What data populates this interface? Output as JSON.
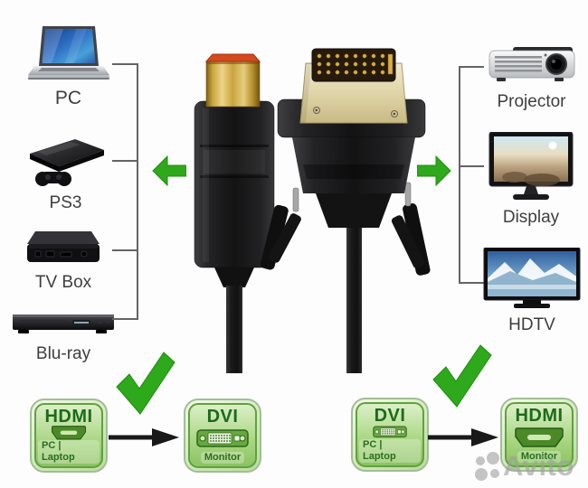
{
  "left_devices": [
    {
      "label": "PC",
      "icon": "laptop-icon"
    },
    {
      "label": "PS3",
      "icon": "game-console-icon"
    },
    {
      "label": "TV Box",
      "icon": "tv-box-icon"
    },
    {
      "label": "Blu-ray",
      "icon": "blu-ray-player-icon"
    }
  ],
  "right_devices": [
    {
      "label": "Projector",
      "icon": "projector-icon"
    },
    {
      "label": "Display",
      "icon": "monitor-icon"
    },
    {
      "label": "HDTV",
      "icon": "hdtv-icon"
    }
  ],
  "cable": {
    "left_connector": "hdmi-male-connector",
    "right_connector": "dvi-male-connector"
  },
  "compatibility": [
    {
      "from": {
        "title": "HDMI",
        "subtitle": "PC | Laptop",
        "port": "hdmi"
      },
      "to": {
        "title": "DVI",
        "subtitle": "Monitor",
        "port": "dvi"
      },
      "status": "compatible",
      "status_icon": "green-checkmark"
    },
    {
      "from": {
        "title": "DVI",
        "subtitle": "PC | Laptop",
        "port": "dvi"
      },
      "to": {
        "title": "HDMI",
        "subtitle": "Monitor",
        "port": "hdmi"
      },
      "status": "compatible",
      "status_icon": "green-checkmark"
    }
  ],
  "watermark": {
    "text": "Avito",
    "logo": "avito-circles-logo"
  },
  "colors": {
    "accent_green": "#2fa91c",
    "accent_green_dark": "#1f8c0c",
    "badge_text": "#1c6b1c",
    "port_green": "#4c8a28",
    "gold": "#c9a43c",
    "beige": "#e0d5a8",
    "red_tip": "#d5491e",
    "line_gray": "#646464"
  }
}
